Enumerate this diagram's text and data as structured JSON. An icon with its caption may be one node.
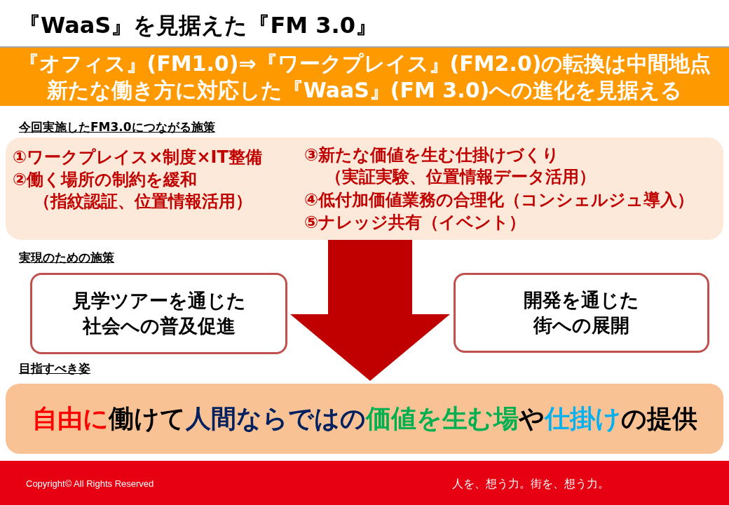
{
  "diagram": {
    "title": "『WaaS』を見据えた『FM 3.0』",
    "nodes": [
      {
        "text": [
          "『オフィス』(FM1.0)⇒『ワークプレイス』(FM2.0)の転換は中間地点",
          "新たな働き方に対応した『WaaS』(FM 3.0)への進化を見据える"
        ]
      },
      {
        "text": [
          "①ワークプレイス×制度×IT整備",
          "②働く場所の制約を緩和（指紋認証、位置情報活用）",
          "③新たな価値を生む仕掛けづくり（実証実験、位置情報データ活用）",
          "④低付加価値業務の合理化（コンシェルジュ導入）",
          "⑤ナレッジ共有（イベント）"
        ]
      },
      {
        "text": [
          "見学ツアーを通じた社会への普及促進"
        ]
      },
      {
        "text": [
          "開発を通じた街への展開"
        ]
      },
      {
        "text": [
          "自由に",
          "働けて",
          "人間ならではの",
          "価値を生む場",
          "や",
          "仕掛け",
          "の提供"
        ]
      }
    ],
    "edges": [
      {
        "from": 1,
        "to": 4,
        "arrow": "to"
      }
    ],
    "labels": [
      "今回実施したFM3.0につながる施策",
      "実現のための施策",
      "目指すべき姿",
      "Copyright© All Rights Reserved",
      "人を、想う力。街を、想う力。"
    ]
  }
}
